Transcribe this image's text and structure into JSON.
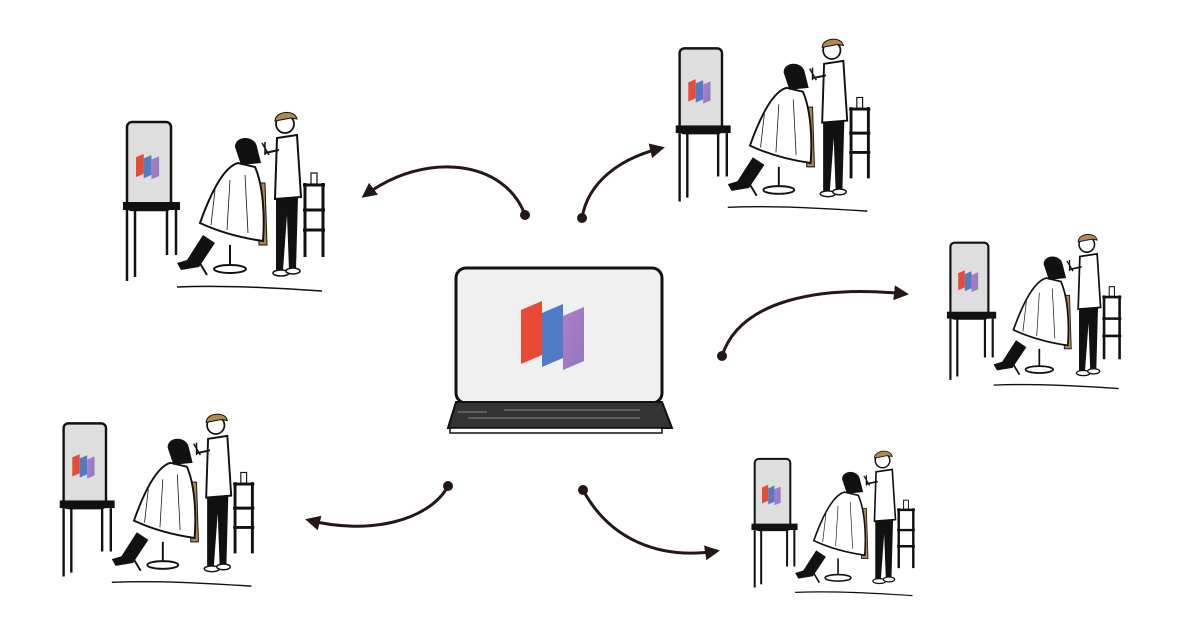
{
  "diagram": {
    "type": "hub-and-spoke",
    "hub": {
      "icon": "laptop-icon",
      "logo": "app-logo-icon"
    },
    "spokes": [
      {
        "icon": "salon-scene-icon",
        "direction": "top-left"
      },
      {
        "icon": "salon-scene-icon",
        "direction": "top-right"
      },
      {
        "icon": "salon-scene-icon",
        "direction": "right"
      },
      {
        "icon": "salon-scene-icon",
        "direction": "bottom-left"
      },
      {
        "icon": "salon-scene-icon",
        "direction": "bottom-right"
      }
    ]
  },
  "colors": {
    "logo_red": "#e84a36",
    "logo_blue": "#4f7cc4",
    "logo_purple": "#a57bc4",
    "screen": "#f0f0f0",
    "keyboard": "#333333",
    "arrow": "#231815",
    "hair_brown": "#b08850",
    "mirror": "#dedede"
  }
}
